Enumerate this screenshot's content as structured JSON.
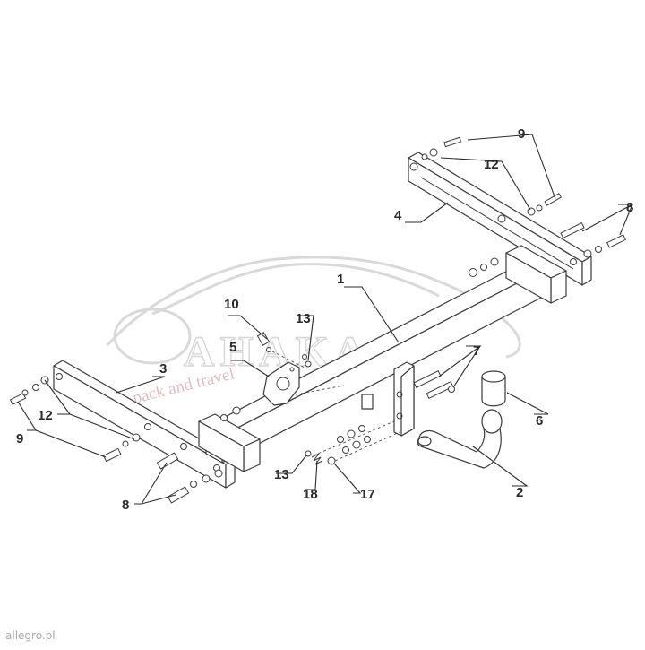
{
  "diagram": {
    "watermark": {
      "brand": "AHAKA",
      "tagline": "pack and travel"
    },
    "callouts": [
      {
        "id": "callout-1",
        "label": "1"
      },
      {
        "id": "callout-2",
        "label": "2"
      },
      {
        "id": "callout-3",
        "label": "3"
      },
      {
        "id": "callout-4",
        "label": "4"
      },
      {
        "id": "callout-5",
        "label": "5"
      },
      {
        "id": "callout-6",
        "label": "6"
      },
      {
        "id": "callout-7",
        "label": "7"
      },
      {
        "id": "callout-8a",
        "label": "8"
      },
      {
        "id": "callout-8b",
        "label": "8"
      },
      {
        "id": "callout-9a",
        "label": "9"
      },
      {
        "id": "callout-9b",
        "label": "9"
      },
      {
        "id": "callout-10",
        "label": "10"
      },
      {
        "id": "callout-12a",
        "label": "12"
      },
      {
        "id": "callout-12b",
        "label": "12"
      },
      {
        "id": "callout-13a",
        "label": "13"
      },
      {
        "id": "callout-13b",
        "label": "13"
      },
      {
        "id": "callout-17",
        "label": "17"
      },
      {
        "id": "callout-18",
        "label": "18"
      }
    ]
  },
  "footer": {
    "source": "allegro.pl"
  }
}
